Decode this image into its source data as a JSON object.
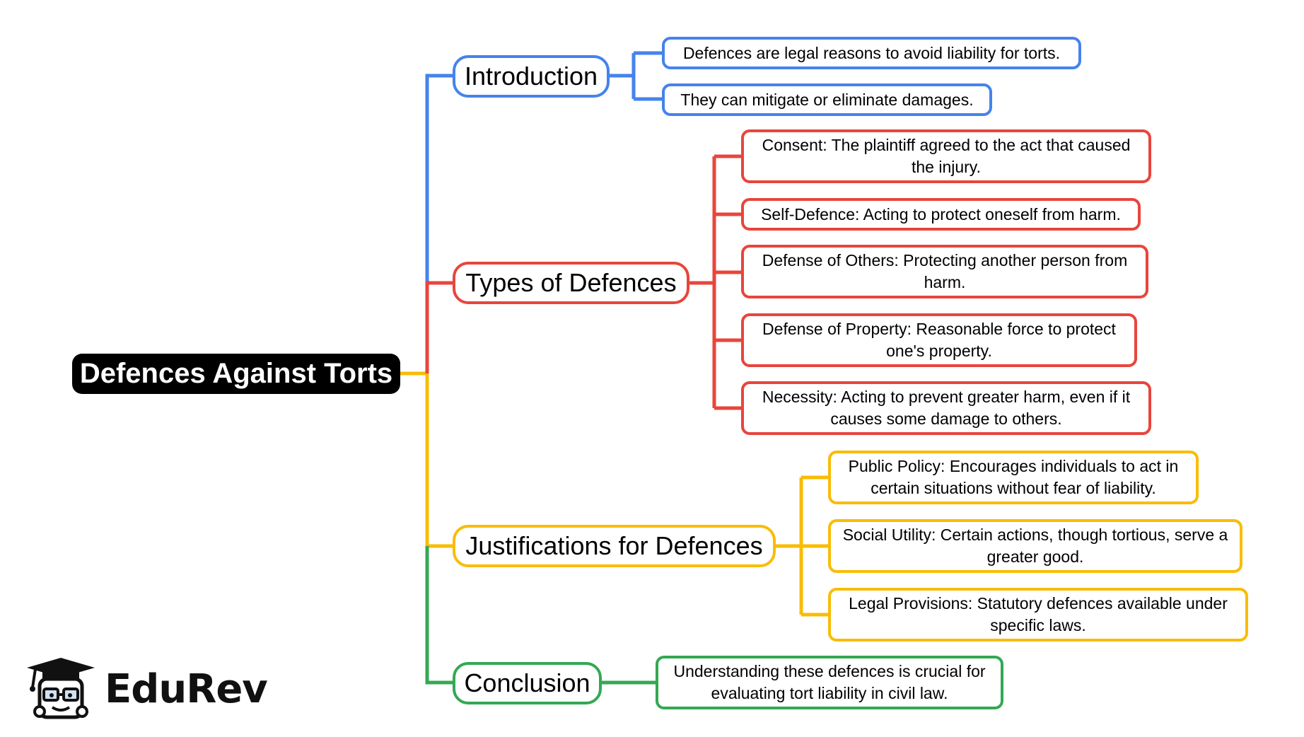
{
  "title": "Defences Against Torts",
  "colors": {
    "introduction": "#4583ec",
    "types": "#e8453c",
    "justifications": "#f9bc06",
    "conclusion": "#34a853",
    "root_bg": "#000000"
  },
  "branches": {
    "introduction": {
      "label": "Introduction",
      "items": [
        "Defences are legal reasons to avoid liability for torts.",
        "They can mitigate or eliminate damages."
      ]
    },
    "types": {
      "label": "Types of Defences",
      "items": [
        "Consent: The plaintiff agreed to the act that caused the injury.",
        "Self-Defence: Acting to protect oneself from harm.",
        "Defense of Others: Protecting another person from harm.",
        "Defense of Property: Reasonable force to protect one's property.",
        "Necessity: Acting to prevent greater harm, even if it causes some damage to others."
      ]
    },
    "justifications": {
      "label": "Justifications for Defences",
      "items": [
        "Public Policy: Encourages individuals to act in certain situations without fear of liability.",
        "Social Utility: Certain actions, though tortious, serve a greater good.",
        "Legal Provisions: Statutory defences available under specific laws."
      ]
    },
    "conclusion": {
      "label": "Conclusion",
      "items": [
        "Understanding these defences is crucial for evaluating tort liability in civil law."
      ]
    }
  },
  "logo": {
    "text": "EduRev",
    "icon": "graduate-mascot-icon"
  }
}
